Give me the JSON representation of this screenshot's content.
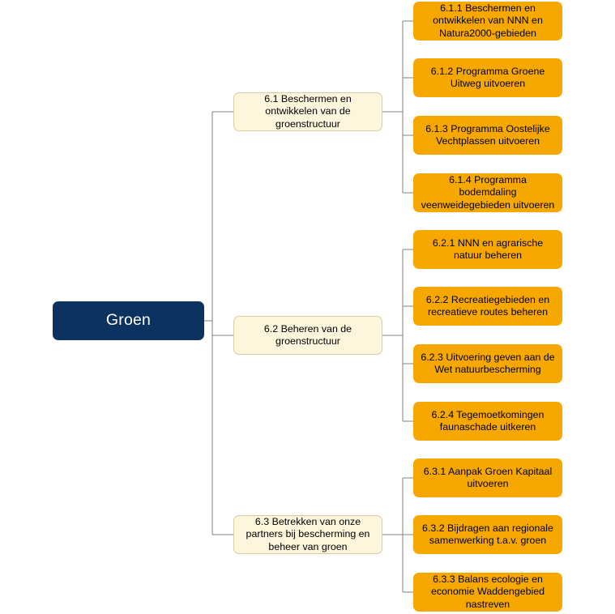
{
  "diagram": {
    "type": "tree",
    "orientation": "left-to-right",
    "title_visible": false,
    "colors": {
      "root_fill": "#0c3360",
      "root_text": "#ffffff",
      "level2_fill": "#fdf6dc",
      "level2_border": "#d9cba2",
      "level3_fill": "#f6a800",
      "node_text": "#000000",
      "connector": "#808080",
      "background": "#ffffff"
    },
    "root": {
      "label": "Groen"
    },
    "branches": [
      {
        "label": "6.1 Beschermen en ontwikkelen van de groenstructuur",
        "children": [
          {
            "label": "6.1.1 Beschermen en ontwikkelen van NNN en Natura2000-gebieden"
          },
          {
            "label": "6.1.2 Programma Groene Uitweg uitvoeren"
          },
          {
            "label": "6.1.3 Programma Oostelijke Vechtplassen uitvoeren"
          },
          {
            "label": "6.1.4 Programma bodemdaling veenweidegebieden uitvoeren"
          }
        ]
      },
      {
        "label": "6.2 Beheren van de groenstructuur",
        "children": [
          {
            "label": "6.2.1 NNN en agrarische natuur beheren"
          },
          {
            "label": "6.2.2 Recreatiegebieden en recreatieve routes beheren"
          },
          {
            "label": "6.2.3 Uitvoering geven aan de Wet natuurbescherming"
          },
          {
            "label": "6.2.4 Tegemoetkomingen faunaschade uitkeren"
          }
        ]
      },
      {
        "label": "6.3 Betrekken van onze partners bij bescherming en beheer van groen",
        "children": [
          {
            "label": "6.3.1 Aanpak Groen Kapitaal uitvoeren"
          },
          {
            "label": "6.3.2 Bijdragen aan regionale samenwerking t.a.v. groen"
          },
          {
            "label": "6.3.3 Balans ecologie en economie Waddengebied nastreven"
          }
        ]
      }
    ]
  }
}
